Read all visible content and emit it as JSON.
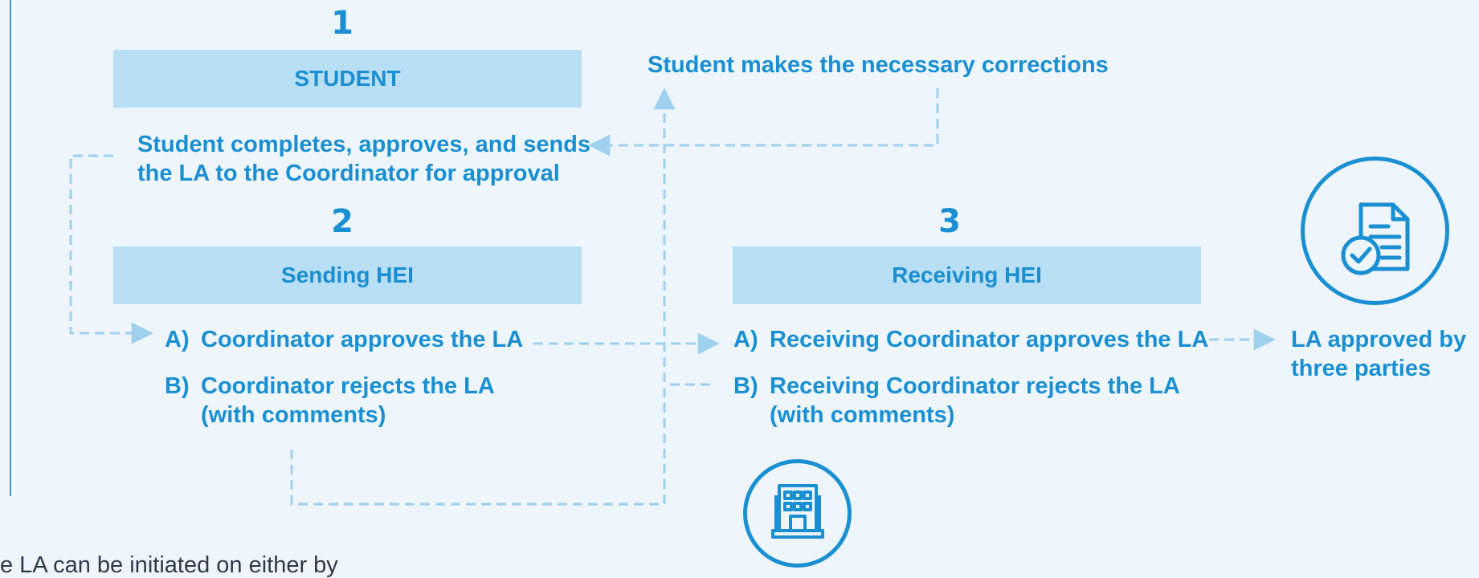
{
  "steps": {
    "one": {
      "number": "1",
      "box_label": "STUDENT"
    },
    "two": {
      "number": "2",
      "box_label": "Sending HEI"
    },
    "three": {
      "number": "3",
      "box_label": "Receiving HEI"
    }
  },
  "student_action": {
    "line1": "Student completes, approves, and sends",
    "line2": "the LA to the Coordinator for approval"
  },
  "corrections_label": "Student makes the necessary corrections",
  "sending_options": {
    "a_letter": "A)",
    "a_text": "Coordinator approves the LA",
    "b_letter": "B)",
    "b_line1": "Coordinator rejects the LA",
    "b_line2": "(with comments)"
  },
  "receiving_options": {
    "a_letter": "A)",
    "a_text": "Receiving Coordinator approves the LA",
    "b_letter": "B)",
    "b_line1": "Receiving Coordinator rejects the LA",
    "b_line2": "(with comments)"
  },
  "result": {
    "line1": "LA approved by",
    "line2": "three parties"
  },
  "bottom_partial_text": "e LA can be initiated on either by",
  "icons": {
    "document": "document-check-icon",
    "building": "building-icon"
  },
  "colors": {
    "accent": "#1A8FD1",
    "box_fill": "#B8DFF4",
    "arrow": "#9FD0EE",
    "background": "#EEF6FC"
  }
}
